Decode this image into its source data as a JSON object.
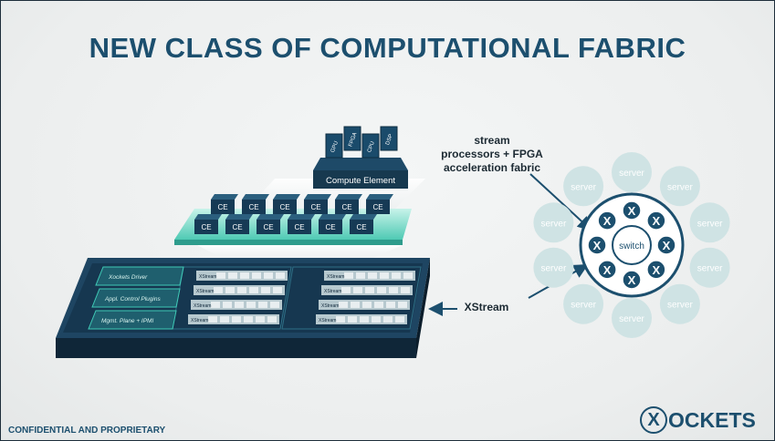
{
  "slide": {
    "title": "NEW CLASS OF COMPUTATIONAL FABRIC",
    "footer": "CONFIDENTIAL AND PROPRIETARY",
    "logo": {
      "x": "X",
      "text": "OCKETS"
    }
  },
  "annotations": {
    "stream": [
      "stream",
      "processors + FPGA",
      "acceleration fabric"
    ],
    "xstream": "XStream"
  },
  "compute": {
    "element_label": "Compute Element",
    "chips": [
      "GPU",
      "FPGA",
      "CPU",
      "DSP"
    ],
    "ce_label": "CE",
    "ce_count": 12
  },
  "board": {
    "panels": [
      "Xockets Driver",
      "Appl. Control Plugins",
      "Mgmt. Plane + IPMI"
    ],
    "module_label": "XStream"
  },
  "network": {
    "center": "switch",
    "node_glyph": "X",
    "server_label": "server",
    "server_count": 10,
    "node_count": 8
  },
  "colors": {
    "brand": "#1c4f6e",
    "server_circle": "#cfe3e4",
    "board_dark": "#142b3f",
    "teal_glow": "#3fc9b6"
  }
}
